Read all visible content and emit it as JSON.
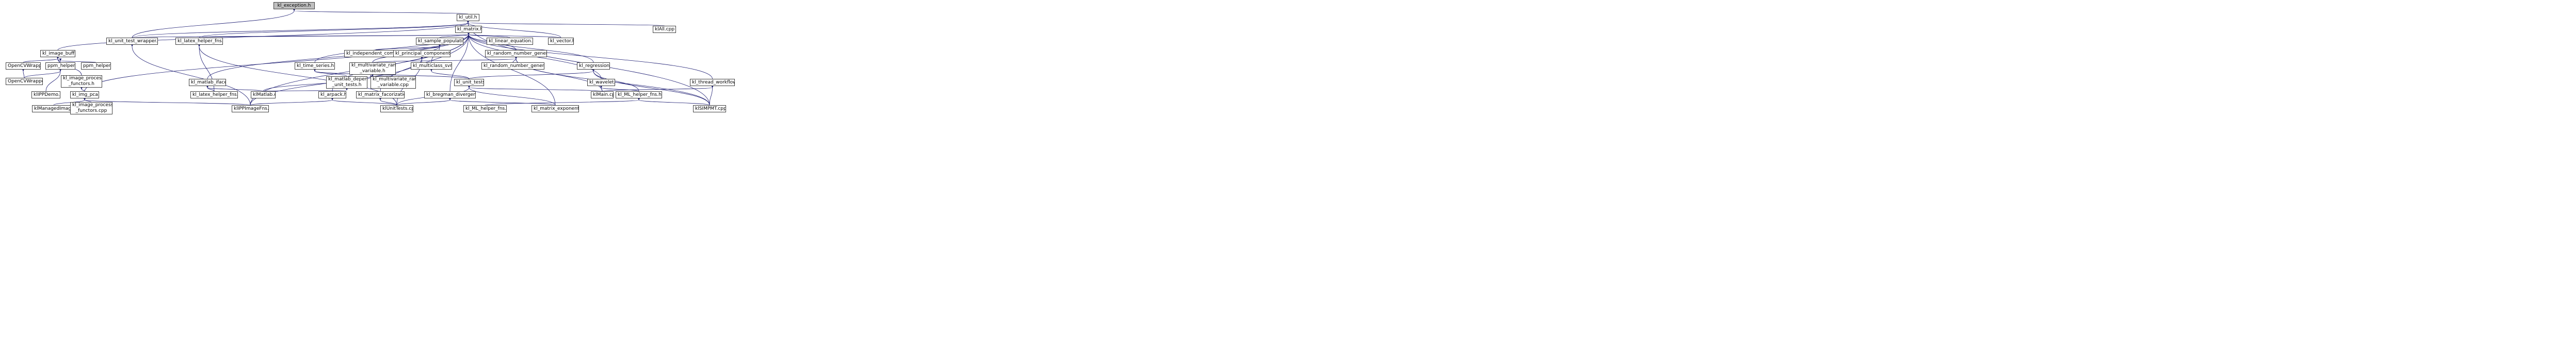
{
  "colors": {
    "edge": "#191970",
    "node_border": "#404040",
    "root_fill": "#bfbfbf",
    "node_fill": "#ffffff"
  },
  "nodes": {
    "kl_exception_h": "kl_exception.h",
    "kl_util_h": "kl_util.h",
    "klAll_cpp": "klAll.cpp",
    "kl_matrix_h": "kl_matrix.h",
    "kl_unit_test_wrapper_h": "kl_unit_test_wrapper.h",
    "kl_latex_helper_fns_h": "kl_latex_helper_fns.h",
    "kl_linear_equation_h": "kl_linear_equation.h",
    "kl_vector_h": "kl_vector.h",
    "kl_sample_population_h": "kl_sample_population.h",
    "kl_image_buffer_h": "kl_image_buffer.h",
    "kl_independent_components_h": "kl_independent_components.h",
    "kl_principal_components_h": "kl_principal_components.h",
    "kl_random_number_generator_h": "kl_random_number_generator.h",
    "OpenCVWrapper_h": "OpenCVWrapper.h",
    "ppm_helper_h": "ppm_helper.h",
    "ppm_helper_cpp": "ppm_helper.cpp",
    "kl_time_series_h": "kl_time_series.h",
    "kl_multivariate_random_variable_h": [
      "kl_multivariate_random",
      "_variable.h"
    ],
    "kl_multiclass_svm_h": "kl_multiclass_svm.h",
    "kl_random_number_generator_cpp": "kl_random_number_generator.cpp",
    "kl_regression_h": "kl_regression.h",
    "OpenCVWrapper_cpp": "OpenCVWrapper.cpp",
    "kl_image_processing_functors_h": [
      "kl_image_processing",
      "_functors.h"
    ],
    "kl_matlab_dependent_unit_tests_h": [
      "kl_matlab_dependent",
      "_unit_tests.h"
    ],
    "kl_multivariate_random_variable_cpp": [
      "kl_multivariate_random",
      "_variable.cpp"
    ],
    "kl_matlab_iface_h": "kl_matlab_iface.h",
    "kl_unit_tests_h": "kl_unit_tests.h",
    "kl_wavelet_h": "kl_wavelet.h",
    "kl_thread_workflow_h": "kl_thread_workflow.h",
    "kl_latex_helper_fns_cpp": "kl_latex_helper_fns.cpp",
    "klIPPDemo_cpp": "klIPPDemo.cpp",
    "klMatlab_cpp": "klMatlab.cpp",
    "kl_arpack_h": "kl_arpack.h",
    "kl_matrix_facorizations_h": "kl_matrix_facorizations.h",
    "kl_bregman_divergence_h": "kl_bregman_divergence.h",
    "klMain_cpp": "klMain.cpp",
    "kl_ML_helper_fns_h": "kl_ML_helper_fns.h",
    "kl_img_pca_h": "kl_img_pca.h",
    "klManagedImaging_cpp": "klManagedImaging.cpp",
    "kl_image_processing_functors_cpp": [
      "kl_image_processing",
      "_functors.cpp"
    ],
    "klIPPImageFns_cpp": "klIPPImageFns.cpp",
    "klUnitTests_cpp": "klUnitTests.cpp",
    "kl_ML_helper_fns_cpp": "kl_ML_helper_fns.cpp",
    "kl_matrix_exponential_cpp": "kl_matrix_exponential.cpp",
    "klSIMPMT_cpp": "klSIMPMT.cpp"
  }
}
